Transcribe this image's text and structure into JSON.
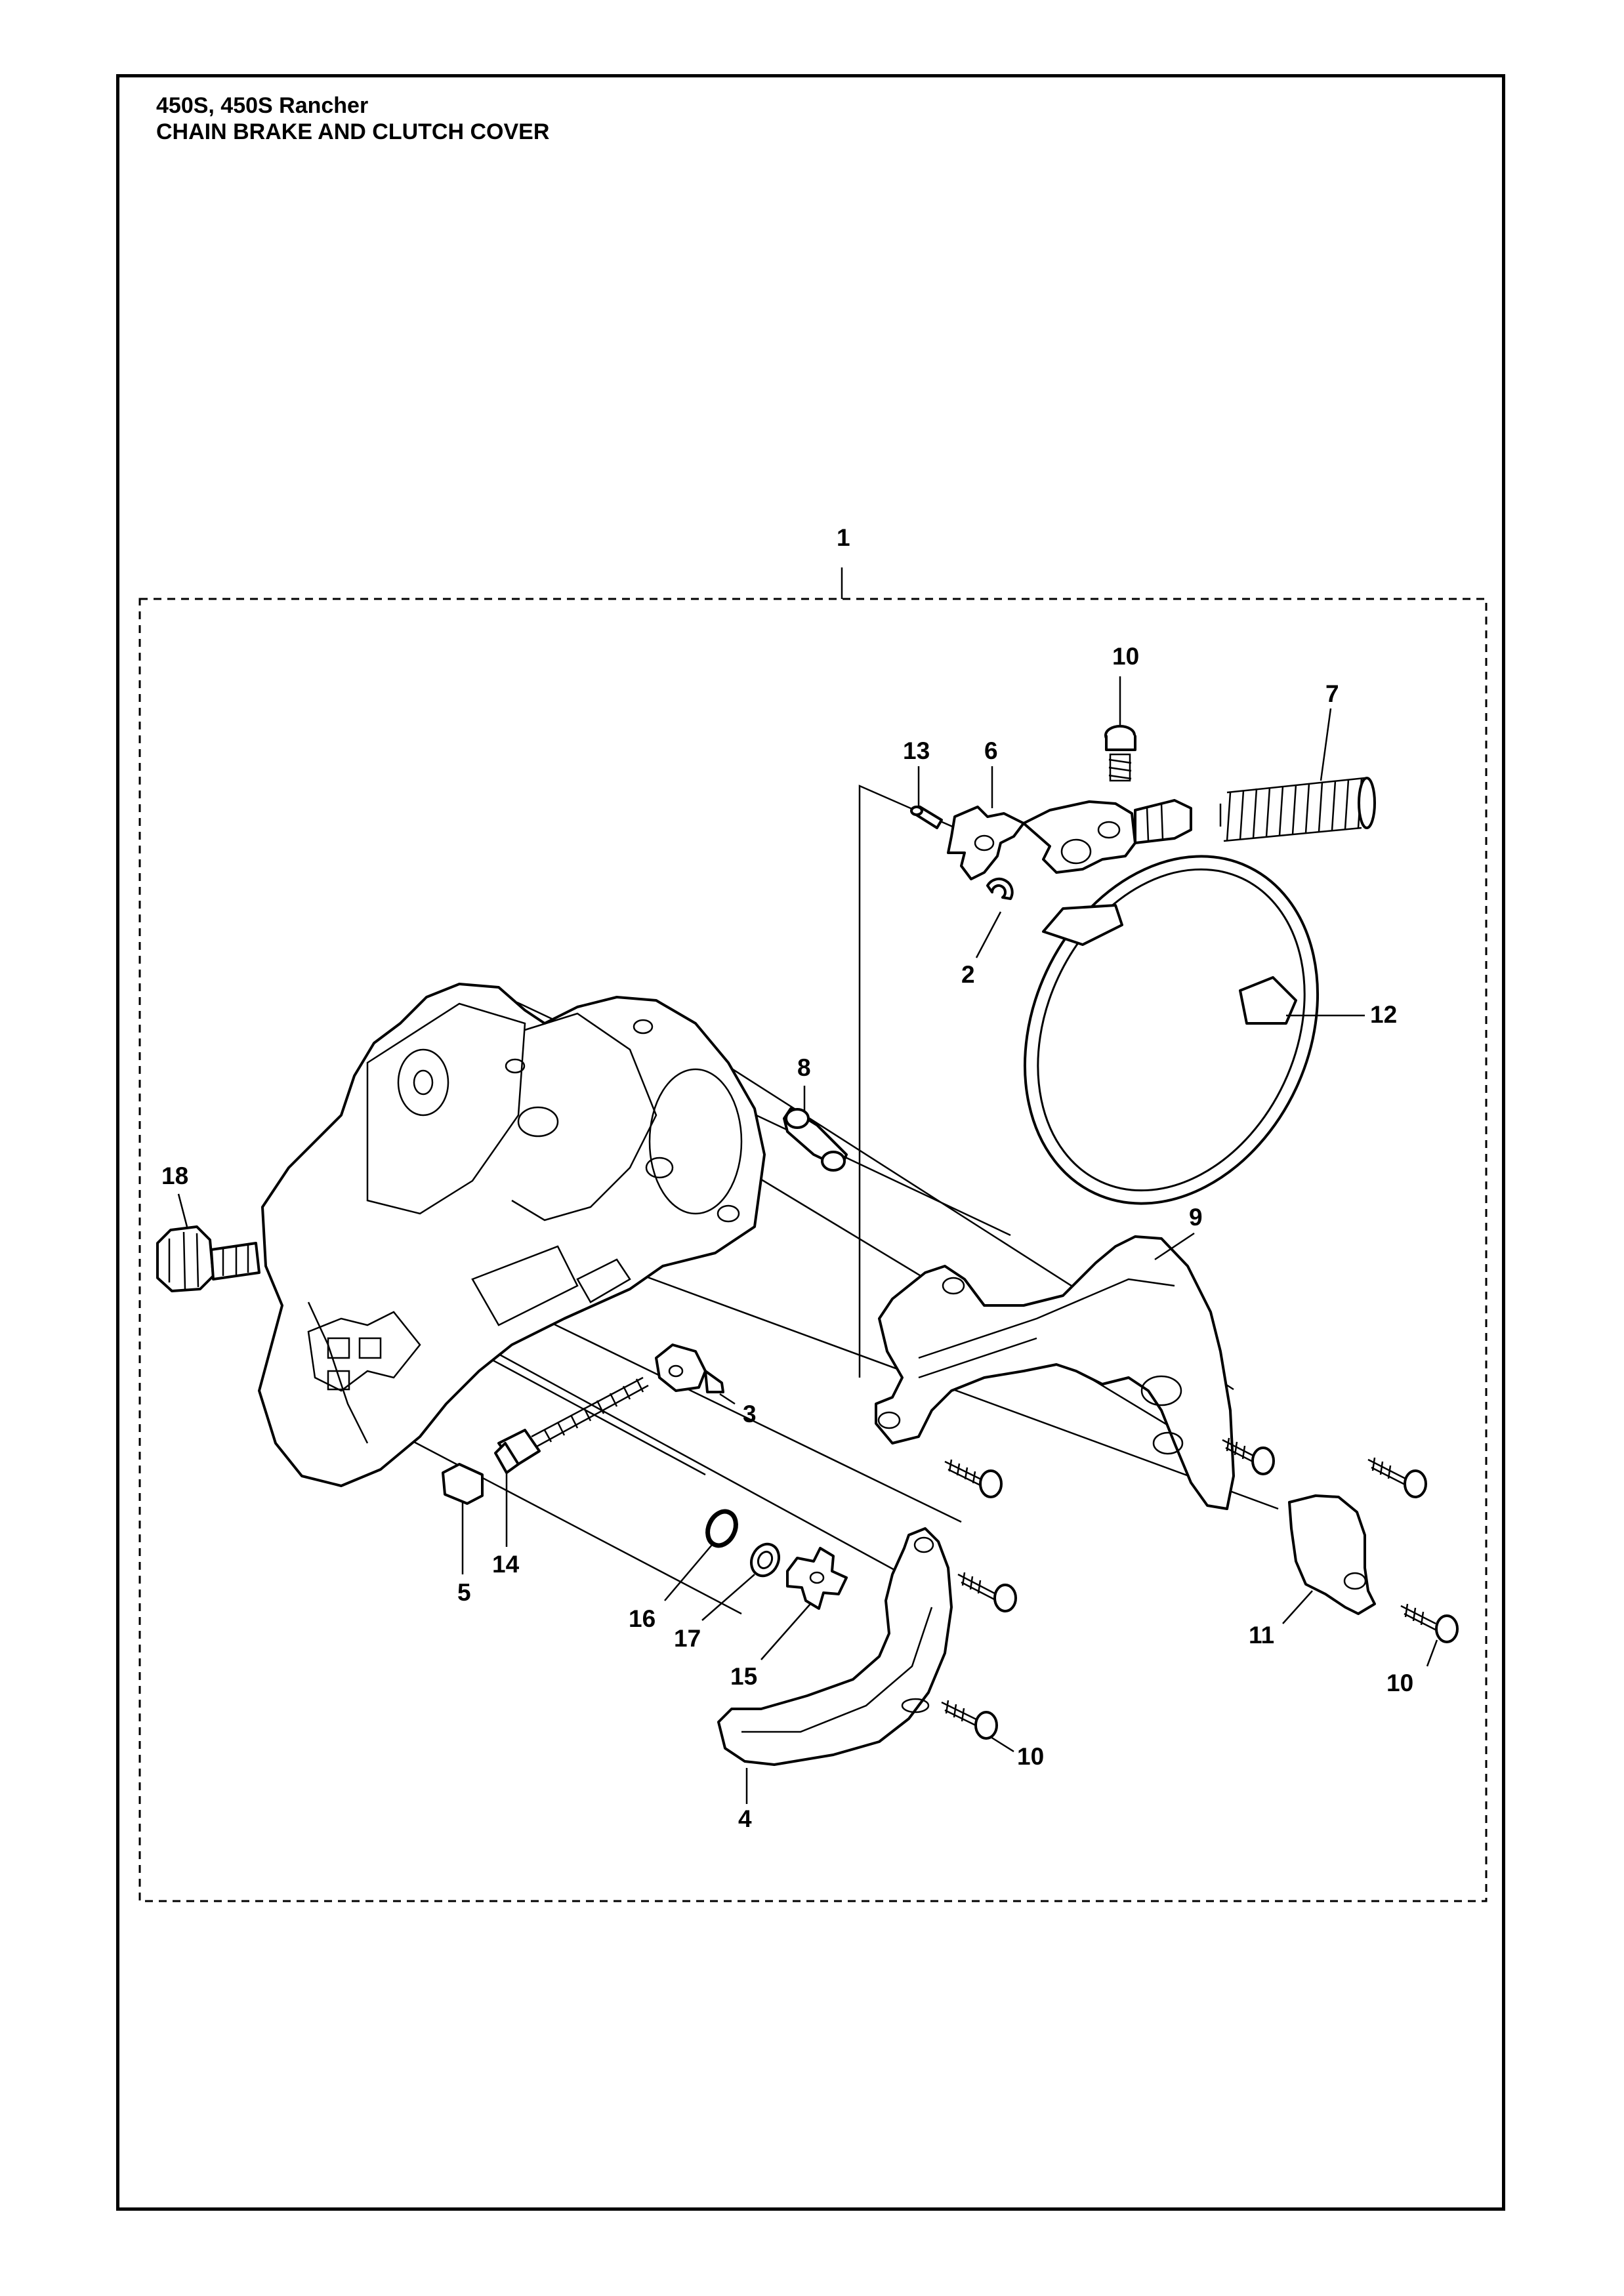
{
  "header": {
    "model": "450S, 450S Rancher",
    "section": "CHAIN BRAKE AND CLUTCH COVER"
  },
  "callouts": {
    "assembly": "1",
    "e_clip": "2",
    "chain_tensioner_nut": "3",
    "chain_catcher_guard": "4",
    "tensioner_block": "5",
    "brake_trigger": "6",
    "spring": "7",
    "sleeve": "8",
    "brake_cover": "9",
    "screw": "10",
    "cover_cap": "11",
    "brake_band": "12",
    "pin": "13",
    "tensioner_screw": "14",
    "gear": "15",
    "o_ring": "16",
    "washer": "17",
    "bar_nut": "18"
  }
}
